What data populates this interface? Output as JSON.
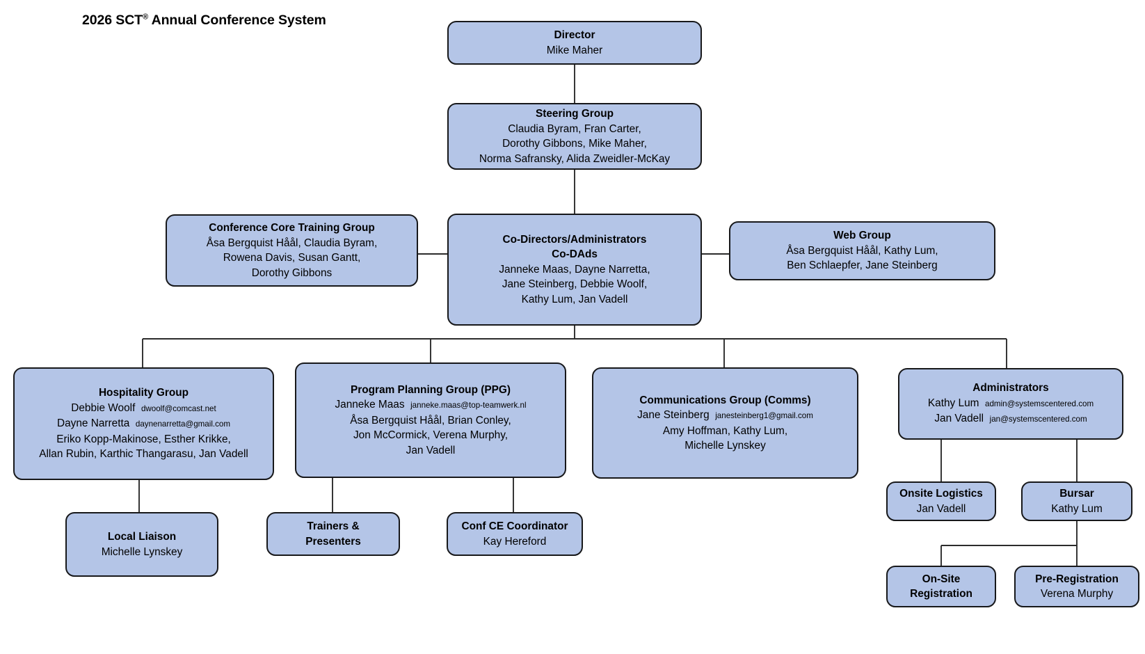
{
  "page": {
    "title_main": "2026 SCT",
    "title_sup": "®",
    "title_rest": " Annual Conference System",
    "background_color": "#ffffff",
    "node_fill_color": "#b4c5e7",
    "node_border_color": "#17181a",
    "connector_color": "#2b2b2b"
  },
  "chart_data": {
    "type": "diagram",
    "subtype": "organization-chart",
    "title": "2026 SCT® Annual Conference System",
    "nodes": [
      {
        "id": "director",
        "header": "Director",
        "lines": [
          "Mike Maher"
        ]
      },
      {
        "id": "steering-group",
        "header": "Steering Group",
        "lines": [
          "Claudia Byram, Fran Carter,",
          "Dorothy Gibbons, Mike Maher,",
          "Norma Safransky, Alida Zweidler-McKay"
        ]
      },
      {
        "id": "conference-core-training-group",
        "header": "Conference Core Training Group",
        "lines": [
          "Åsa Bergquist Håål, Claudia Byram,",
          "Rowena Davis, Susan Gantt,",
          "Dorothy Gibbons"
        ]
      },
      {
        "id": "co-dads",
        "header": "Co-Directors/Administrators",
        "header2": "Co-DAds",
        "lines": [
          "Janneke Maas, Dayne Narretta,",
          "Jane Steinberg, Debbie Woolf,",
          "Kathy Lum, Jan Vadell"
        ]
      },
      {
        "id": "web-group",
        "header": "Web Group",
        "lines": [
          "Åsa Bergquist Håål, Kathy Lum,",
          "Ben Schlaepfer, Jane Steinberg"
        ]
      },
      {
        "id": "hospitality-group",
        "header": "Hospitality Group",
        "lines": [
          "Debbie Woolf  dwoolf@comcast.net",
          "Dayne Narretta  daynenarretta@gmail.com",
          "Eriko Kopp-Makinose, Esther Krikke,",
          "Allan Rubin, Karthic Thangarasu, Jan Vadell"
        ]
      },
      {
        "id": "program-planning-group",
        "header": "Program Planning Group (PPG)",
        "lines": [
          "Janneke Maas  janneke.maas@top-teamwerk.nl",
          "Åsa Bergquist Håål, Brian Conley,",
          "Jon McCormick, Verena Murphy,",
          "Jan Vadell"
        ]
      },
      {
        "id": "communications-group",
        "header": "Communications Group (Comms)",
        "lines": [
          "Jane Steinberg  janesteinberg1@gmail.com",
          "Amy Hoffman, Kathy Lum,",
          "Michelle Lynskey"
        ]
      },
      {
        "id": "administrators",
        "header": "Administrators",
        "lines": [
          "Kathy Lum  admin@systemscentered.com",
          "Jan Vadell  jan@systemscentered.com"
        ]
      },
      {
        "id": "local-liaison",
        "header": "Local Liaison",
        "lines": [
          "Michelle Lynskey"
        ]
      },
      {
        "id": "trainers-presenters",
        "header": "Trainers &",
        "header2": "Presenters",
        "lines": []
      },
      {
        "id": "conf-ce-coordinator",
        "header": "Conf CE Coordinator",
        "lines": [
          "Kay Hereford"
        ]
      },
      {
        "id": "onsite-logistics",
        "header": "Onsite Logistics",
        "lines": [
          "Jan Vadell"
        ]
      },
      {
        "id": "bursar",
        "header": "Bursar",
        "lines": [
          "Kathy Lum"
        ]
      },
      {
        "id": "on-site-registration",
        "header": "On-Site",
        "header2": "Registration",
        "lines": []
      },
      {
        "id": "pre-registration",
        "header": "Pre-Registration",
        "lines": [
          "Verena Murphy"
        ]
      }
    ],
    "edges": [
      {
        "from": "director",
        "to": "steering-group"
      },
      {
        "from": "steering-group",
        "to": "co-dads"
      },
      {
        "from": "co-dads",
        "to": "conference-core-training-group"
      },
      {
        "from": "co-dads",
        "to": "web-group"
      },
      {
        "from": "co-dads",
        "to": "hospitality-group"
      },
      {
        "from": "co-dads",
        "to": "program-planning-group"
      },
      {
        "from": "co-dads",
        "to": "communications-group"
      },
      {
        "from": "co-dads",
        "to": "administrators"
      },
      {
        "from": "hospitality-group",
        "to": "local-liaison"
      },
      {
        "from": "program-planning-group",
        "to": "trainers-presenters"
      },
      {
        "from": "program-planning-group",
        "to": "conf-ce-coordinator"
      },
      {
        "from": "administrators",
        "to": "onsite-logistics"
      },
      {
        "from": "administrators",
        "to": "bursar"
      },
      {
        "from": "bursar",
        "to": "on-site-registration"
      },
      {
        "from": "bursar",
        "to": "pre-registration"
      }
    ]
  },
  "nodes": {
    "director": {
      "header": "Director",
      "l0": "Mike Maher"
    },
    "steering": {
      "header": "Steering Group",
      "l0": "Claudia Byram, Fran Carter,",
      "l1": "Dorothy Gibbons, Mike Maher,",
      "l2": "Norma Safransky, Alida Zweidler-McKay"
    },
    "core_training": {
      "header": "Conference Core Training Group",
      "l0": "Åsa Bergquist Håål, Claudia Byram,",
      "l1": "Rowena Davis, Susan Gantt,",
      "l2": "Dorothy Gibbons"
    },
    "codads": {
      "header": "Co-Directors/Administrators",
      "header2": "Co-DAds",
      "l0": "Janneke Maas, Dayne Narretta,",
      "l1": "Jane Steinberg, Debbie Woolf,",
      "l2": "Kathy Lum, Jan Vadell"
    },
    "web": {
      "header": "Web Group",
      "l0": "Åsa Bergquist Håål, Kathy Lum,",
      "l1": "Ben Schlaepfer, Jane Steinberg"
    },
    "hospitality": {
      "header": "Hospitality Group",
      "n0": "Debbie Woolf",
      "e0": "dwoolf@comcast.net",
      "n1": "Dayne Narretta",
      "e1": "daynenarretta@gmail.com",
      "l2": "Eriko Kopp-Makinose, Esther Krikke,",
      "l3": "Allan Rubin, Karthic Thangarasu, Jan Vadell"
    },
    "ppg": {
      "header": "Program Planning Group (PPG)",
      "n0": "Janneke Maas",
      "e0": "janneke.maas@top-teamwerk.nl",
      "l1": "Åsa Bergquist Håål, Brian Conley,",
      "l2": "Jon McCormick, Verena Murphy,",
      "l3": "Jan Vadell"
    },
    "comms": {
      "header": "Communications Group (Comms)",
      "n0": "Jane Steinberg",
      "e0": "janesteinberg1@gmail.com",
      "l1": "Amy Hoffman, Kathy Lum,",
      "l2": "Michelle Lynskey"
    },
    "administrators": {
      "header": "Administrators",
      "n0": "Kathy Lum",
      "e0": "admin@systemscentered.com",
      "n1": "Jan Vadell",
      "e1": "jan@systemscentered.com"
    },
    "local_liaison": {
      "header": "Local Liaison",
      "l0": "Michelle Lynskey"
    },
    "trainers": {
      "header": "Trainers &",
      "header2": "Presenters"
    },
    "conf_ce": {
      "header": "Conf CE Coordinator",
      "l0": "Kay Hereford"
    },
    "onsite_logistics": {
      "header": "Onsite Logistics",
      "l0": "Jan Vadell"
    },
    "bursar": {
      "header": "Bursar",
      "l0": "Kathy Lum"
    },
    "onsite_reg": {
      "header": "On-Site",
      "header2": "Registration"
    },
    "prereg": {
      "header": "Pre-Registration",
      "l0": "Verena Murphy"
    }
  }
}
